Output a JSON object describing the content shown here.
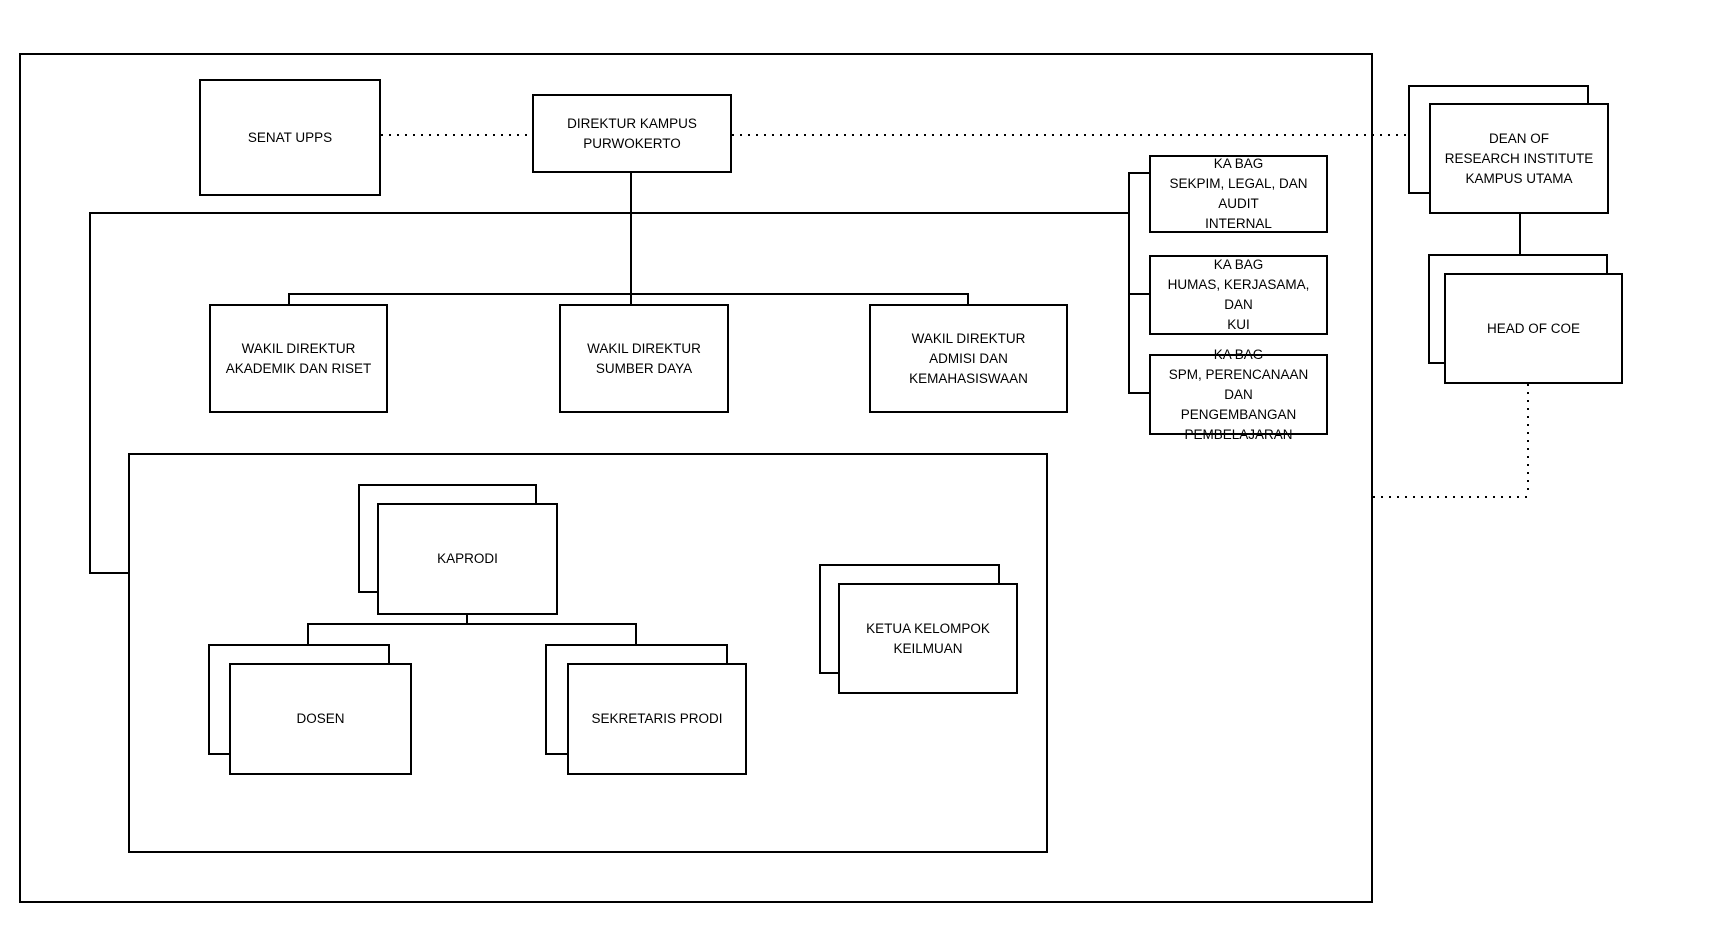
{
  "diagram": {
    "type": "organizational-chart",
    "nodes": {
      "senat": {
        "label": "SENAT UPPS"
      },
      "direktur": {
        "label": "DIREKTUR KAMPUS\nPURWOKERTO"
      },
      "wakil_akademik": {
        "label": "WAKIL DIREKTUR\nAKADEMIK DAN RISET"
      },
      "wakil_sumber": {
        "label": "WAKIL DIREKTUR\nSUMBER DAYA"
      },
      "wakil_admisi": {
        "label": "WAKIL DIREKTUR\nADMISI DAN KEMAHASISWAAN"
      },
      "kabag_sekpim": {
        "label": "KA BAG\nSEKPIM, LEGAL, DAN AUDIT\nINTERNAL"
      },
      "kabag_humas": {
        "label": "KA BAG\nHUMAS, KERJASAMA, DAN\nKUI"
      },
      "kabag_spm": {
        "label": "KA BAG\nSPM, PERENCANAAN DAN\nPENGEMBANGAN\nPEMBELAJARAN"
      },
      "dean": {
        "label": "DEAN OF\nRESEARCH INSTITUTE\nKAMPUS UTAMA",
        "stacked": true
      },
      "head_coe": {
        "label": "HEAD OF COE",
        "stacked": true
      },
      "kaprodi": {
        "label": "KAPRODI",
        "stacked": true
      },
      "dosen": {
        "label": "DOSEN",
        "stacked": true
      },
      "sekretaris": {
        "label": "SEKRETARIS PRODI",
        "stacked": true
      },
      "ketua": {
        "label": "KETUA KELOMPOK\nKEILMUAN",
        "stacked": true
      }
    },
    "edges": [
      {
        "from": "senat",
        "to": "direktur",
        "style": "dotted"
      },
      {
        "from": "direktur",
        "to": "dean",
        "style": "dotted"
      },
      {
        "from": "direktur",
        "to": "wakil_akademik",
        "style": "solid"
      },
      {
        "from": "direktur",
        "to": "wakil_sumber",
        "style": "solid"
      },
      {
        "from": "direktur",
        "to": "wakil_admisi",
        "style": "solid"
      },
      {
        "from": "direktur",
        "to": "kabag_sekpim",
        "style": "solid"
      },
      {
        "from": "direktur",
        "to": "kabag_humas",
        "style": "solid"
      },
      {
        "from": "direktur",
        "to": "kabag_spm",
        "style": "solid"
      },
      {
        "from": "direktur",
        "to": "prodi_group",
        "style": "solid"
      },
      {
        "from": "dean",
        "to": "head_coe",
        "style": "solid"
      },
      {
        "from": "head_coe",
        "to": "campus_boundary",
        "style": "dotted"
      },
      {
        "from": "kaprodi",
        "to": "dosen",
        "style": "solid"
      },
      {
        "from": "kaprodi",
        "to": "sekretaris",
        "style": "solid"
      }
    ],
    "colors": {
      "line": "#000000",
      "box_border": "#000000",
      "box_fill": "#ffffff",
      "background": "#ffffff"
    }
  }
}
